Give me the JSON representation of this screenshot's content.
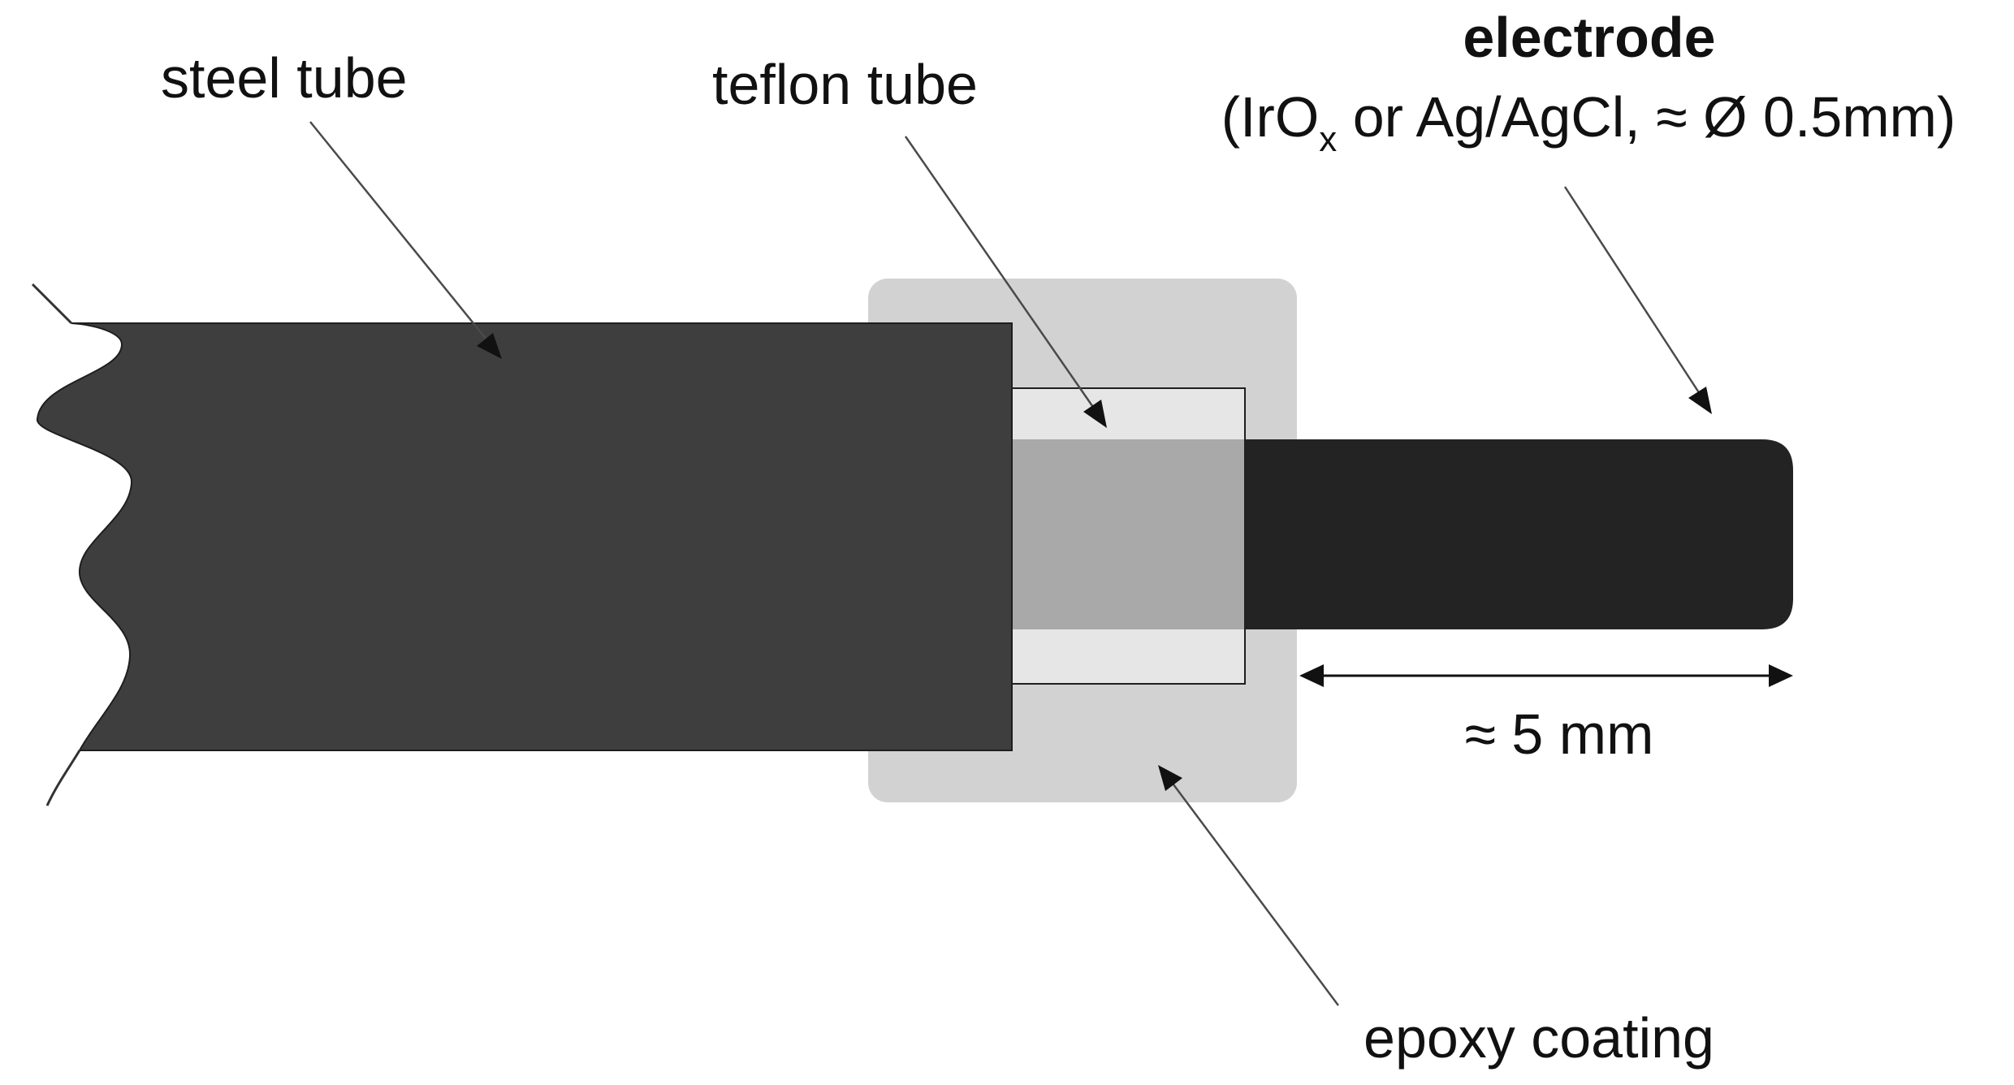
{
  "labels": {
    "steel_tube": "steel tube",
    "teflon_tube": "teflon tube",
    "electrode_title": "electrode",
    "electrode_detail_prefix": "(IrO",
    "electrode_detail_subscript": "x",
    "electrode_detail_suffix": " or Ag/AgCl, ≈ Ø 0.5mm)",
    "length_dimension": "≈ 5 mm",
    "epoxy_coating": "epoxy coating"
  },
  "colors": {
    "steel_tube": "#3e3e3e",
    "epoxy_coating": "#d2d2d2",
    "teflon_tube": "#e6e6e6",
    "electrode_inner": "#a9a9a9",
    "electrode_outer": "#232323",
    "leader_lines": "#4a4a4a",
    "text": "#111111"
  }
}
